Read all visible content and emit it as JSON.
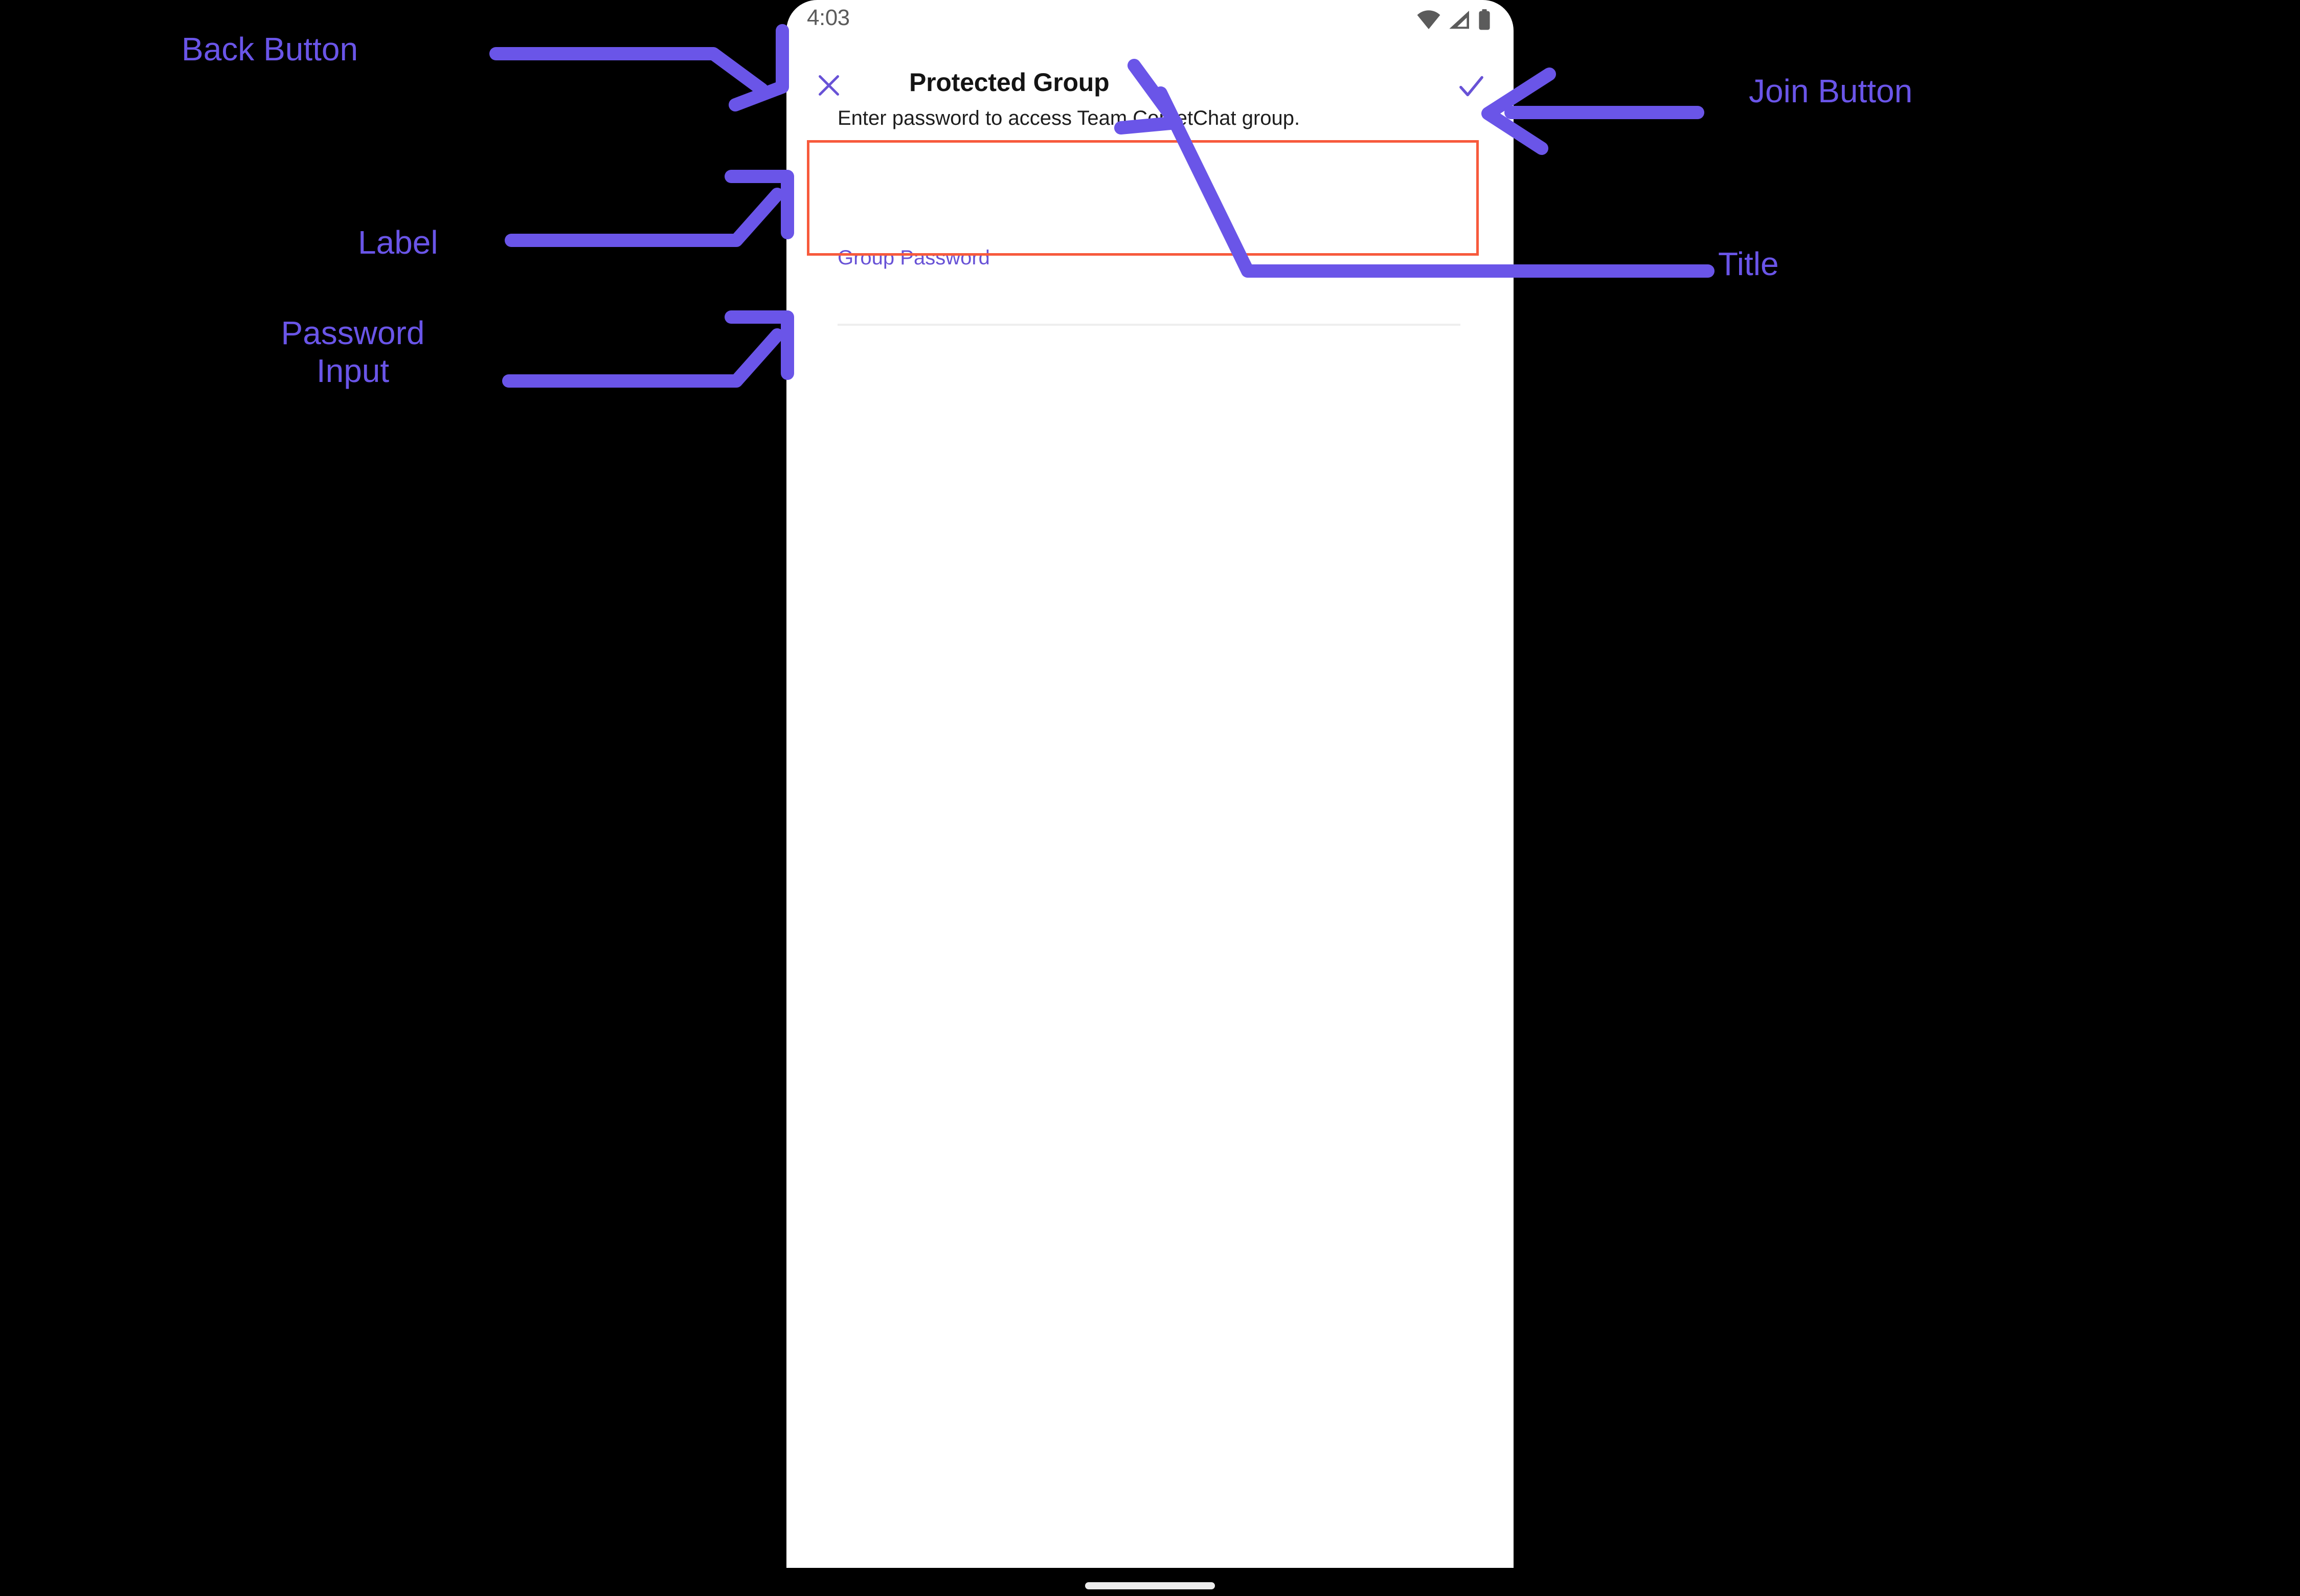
{
  "device": {
    "status_bar": {
      "time": "4:03",
      "icons": [
        "wifi-icon",
        "cellular-signal-icon",
        "battery-icon"
      ]
    },
    "home_indicator": "home-indicator"
  },
  "app_bar": {
    "close_icon": "close-icon",
    "title": "Protected Group",
    "join_icon": "check-icon"
  },
  "main": {
    "description": "Enter password to access Team CometChat group.",
    "password_label": "Group Password",
    "password_value": "",
    "password_placeholder": ""
  },
  "annotations": {
    "accent_color": "#6A55E8",
    "highlight_color": "#F75A3C",
    "items": [
      {
        "id": "back-button",
        "label": "Back Button"
      },
      {
        "id": "label",
        "label": "Label"
      },
      {
        "id": "password",
        "label": "Password\nInput"
      },
      {
        "id": "join-button",
        "label": "Join Button"
      },
      {
        "id": "title",
        "label": "Title"
      }
    ]
  },
  "colors": {
    "background": "#000000",
    "screen": "#ffffff",
    "primary": "#6852D6",
    "title_text": "#141414",
    "body_text": "#1d1d1d",
    "status_icon": "#5b5b5b",
    "input_underline": "#eeeeee"
  }
}
